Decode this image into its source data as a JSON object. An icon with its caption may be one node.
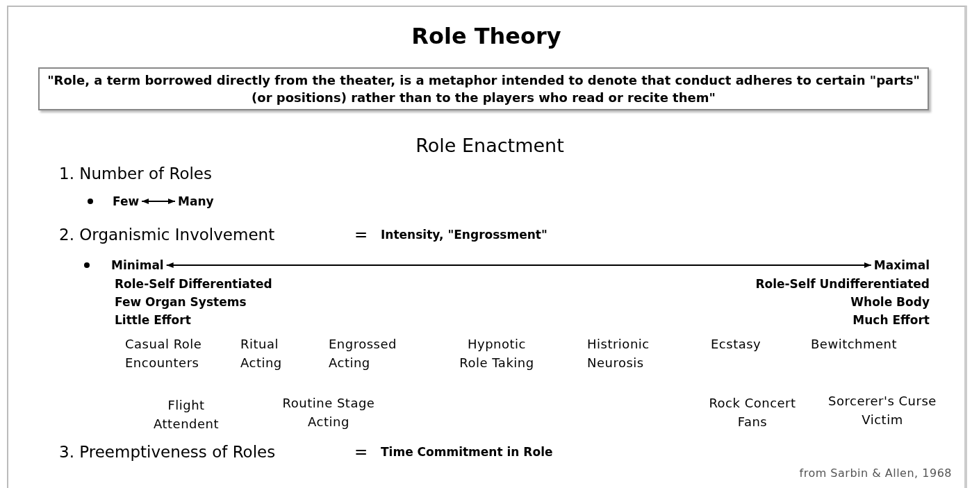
{
  "diagram": {
    "title": "Role Theory",
    "nodes": [
      {
        "text": [
          "\"Role, a term borrowed directly from the theater, is a metaphor intended to denote that conduct adheres to certain \"parts\" (or positions) rather than to the players who read or recite them\""
        ]
      },
      {
        "text": [
          "Few"
        ]
      },
      {
        "text": [
          "Many"
        ]
      },
      {
        "text": [
          "Minimal"
        ]
      },
      {
        "text": [
          "Maximal"
        ]
      }
    ],
    "edges": [
      {
        "from": 1,
        "to": 2,
        "arrow": "both"
      },
      {
        "from": 3,
        "to": 4,
        "arrow": "both"
      }
    ],
    "labels": [
      "Role Enactment",
      "1. Number of Roles",
      "2. Organismic Involvement",
      "=",
      "Intensity, \"Engrossment\"",
      "Role-Self Differentiated",
      "Few Organ Systems",
      "Little Effort",
      "Role-Self Undifferentiated",
      "Whole Body",
      "Much Effort",
      "Casual Role Encounters",
      "Ritual Acting",
      "Engrossed Acting",
      "Hypnotic Role Taking",
      "Histrionic Neurosis",
      "Ecstasy",
      "Bewitchment",
      "Flight Attendent",
      "Routine Stage Acting",
      "Rock Concert Fans",
      "Sorcerer's Curse Victim",
      "3. Preemptiveness of Roles",
      "=",
      "Time Commitment in Role"
    ],
    "caption": "from Sarbin & Allen, 1968"
  }
}
